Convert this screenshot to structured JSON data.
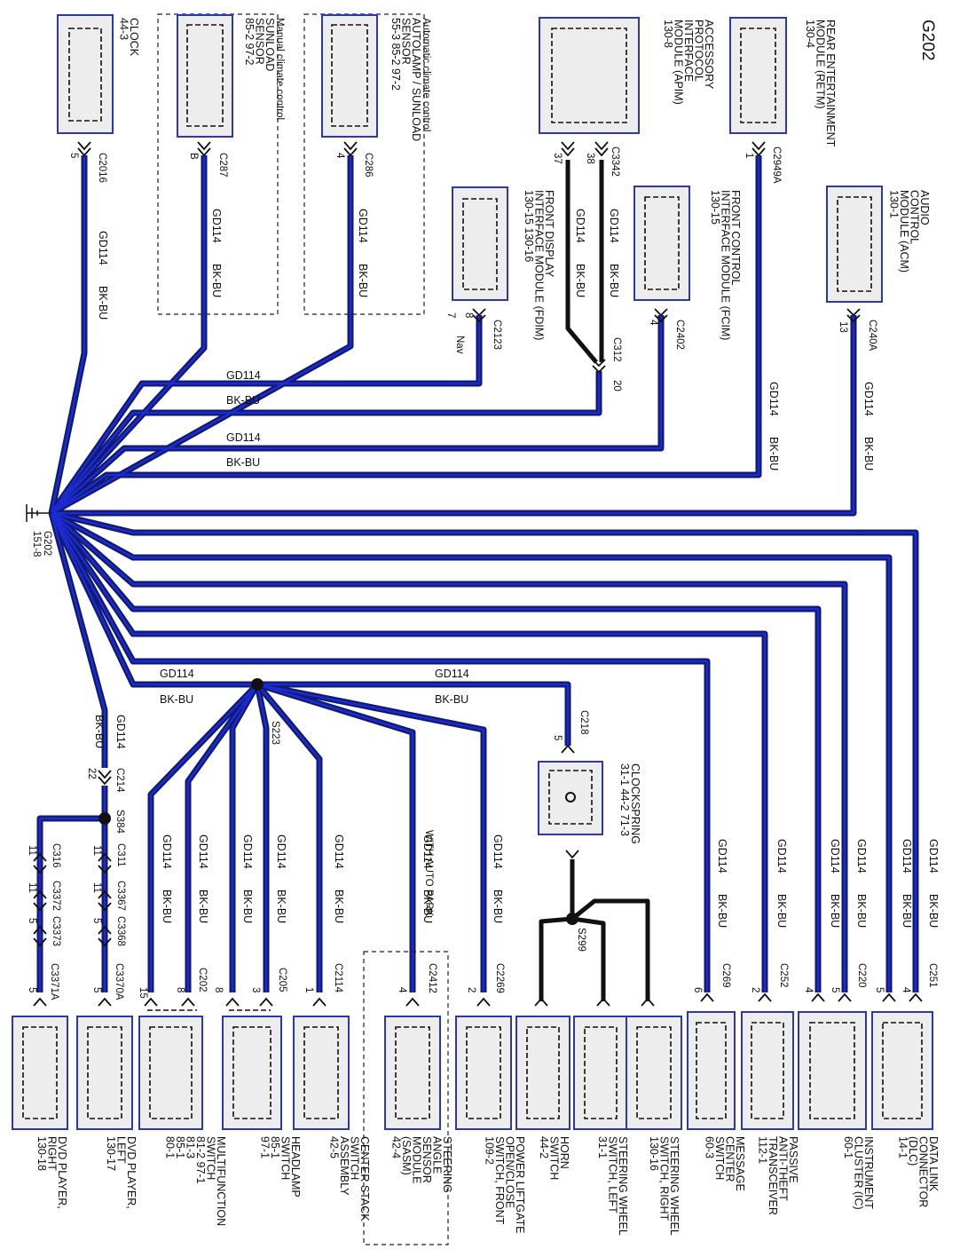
{
  "title": "G202",
  "ground": {
    "name": "G202",
    "ref": "151-8"
  },
  "wire": {
    "color_code": "GD114",
    "color": "BK-BU"
  },
  "top_components": [
    {
      "id": "clock",
      "lines": [
        "CLOCK",
        "44-3"
      ],
      "connector": "C2016",
      "pin": "5"
    },
    {
      "id": "sunload",
      "enclosure": "Manual climate control",
      "lines": [
        "SUNLOAD",
        "SENSOR",
        "85-2   97-2"
      ],
      "connector": "C287",
      "pin": "B"
    },
    {
      "id": "autolamp",
      "enclosure": "Automatic climate control",
      "lines": [
        "AUTOLAMP / SUNLOAD",
        "SENSOR",
        "55-3   85-2   97-2"
      ],
      "connector": "C286",
      "pin": "4"
    },
    {
      "id": "fdim",
      "lines": [
        "FRONT DISPLAY",
        "INTERFACE MODULE (FDIM)",
        "130-15        130-16"
      ],
      "connector": "C2123",
      "pin": "8",
      "pin_alt": "7",
      "note": "Nav"
    },
    {
      "id": "apim",
      "lines": [
        "ACCESSORY",
        "PROTOCOL",
        "INTERFACE",
        "MODULE (APIM)",
        "130-8"
      ],
      "connector": "C3342",
      "pins": [
        "37",
        "38"
      ],
      "splice": "C312",
      "splice_pin": "20"
    },
    {
      "id": "fcim",
      "lines": [
        "FRONT CONTROL",
        "INTERFACE MODULE (FCIM)",
        "130-15"
      ],
      "connector": "C2402",
      "pin": "4"
    },
    {
      "id": "retm",
      "lines": [
        "REAR ENTERTAINMENT",
        "MODULE (RETM)",
        "130-4"
      ],
      "connector": "C2949A",
      "pin": "1"
    },
    {
      "id": "acm",
      "lines": [
        "AUDIO",
        "CONTROL",
        "MODULE (ACM)",
        "130-1"
      ],
      "connector": "C240A",
      "pin": "13"
    }
  ],
  "bottom_components": [
    {
      "id": "dvd-right",
      "lines": [
        "DVD PLAYER,",
        "RIGHT",
        "130-18"
      ],
      "connector": "C3371A",
      "pin": "5"
    },
    {
      "id": "dvd-left",
      "lines": [
        "DVD PLAYER,",
        "LEFT",
        "130-17"
      ],
      "connector": "C3370A",
      "pin": "5"
    },
    {
      "id": "multifunction",
      "lines": [
        "MULTIFUNCTION",
        "SWITCH",
        "81-2      97-1",
        "81-3",
        "85-1",
        "80-1"
      ],
      "connector": "C202",
      "pins": [
        "15",
        "8"
      ]
    },
    {
      "id": "headlamp",
      "lines": [
        "HEADLAMP",
        "SWITCH",
        "85-1",
        "97-1"
      ],
      "connector": "C205",
      "pins": [
        "8",
        "3"
      ]
    },
    {
      "id": "center-stack",
      "lines": [
        "CENTER STACK",
        "SWITCH",
        "ASSEMBLY",
        "42-5"
      ],
      "connector": "C2114",
      "pin": "1"
    },
    {
      "id": "sasm",
      "lines": [
        "STEERING",
        "ANGLE",
        "SENSOR",
        "MODULE",
        "(SASM)",
        "42-4"
      ],
      "connector": "C2412",
      "pin": "4",
      "note": "WITH AUTO PARK"
    },
    {
      "id": "liftgate",
      "lines": [
        "POWER LIFTGATE",
        "OPEN/CLOSE",
        "SWITCH, FRONT",
        "109-2"
      ],
      "connector": "C2269",
      "pin": "2"
    },
    {
      "id": "horn",
      "lines": [
        "HORN",
        "SWITCH",
        "44-2"
      ]
    },
    {
      "id": "sw-left",
      "lines": [
        "STEERING WHEEL",
        "SWITCH, LEFT",
        "31-1"
      ]
    },
    {
      "id": "sw-right",
      "lines": [
        "STEERING WHEEL",
        "SWITCH, RIGHT",
        "130-16"
      ]
    },
    {
      "id": "message-center",
      "lines": [
        "MESSAGE",
        "CENTER",
        "SWITCH",
        "60-3"
      ],
      "connector": "C269",
      "pin": "6"
    },
    {
      "id": "pats",
      "lines": [
        "PASSIVE",
        "ANTI-THEFT",
        "TRANSCEIVER",
        "112-1"
      ],
      "connector": "C252",
      "pin": "2"
    },
    {
      "id": "ic",
      "lines": [
        "INSTRUMENT",
        "CLUSTER (IC)",
        "60-1"
      ],
      "connector": "C220",
      "pins": [
        "4",
        "5"
      ]
    },
    {
      "id": "dlc",
      "lines": [
        "DATA LINK",
        "CONNECTOR",
        "(DLC)",
        "14-1"
      ],
      "connector": "C251",
      "pins": [
        "5",
        "4"
      ]
    }
  ],
  "clockspring": {
    "lines": [
      "CLOCKSPRING",
      "31-1    44-2    71-3"
    ],
    "connector": "C218",
    "pin": "5"
  },
  "splices": {
    "s223": "S223",
    "s384": "S384",
    "s299": "S299",
    "c214": "C214",
    "c214_pin": "22"
  },
  "dvd_chain": {
    "left": [
      "C316",
      "C3372",
      "C3373"
    ],
    "right": [
      "C311",
      "C3367",
      "C3368"
    ],
    "pins": [
      "11",
      "11",
      "5"
    ]
  }
}
